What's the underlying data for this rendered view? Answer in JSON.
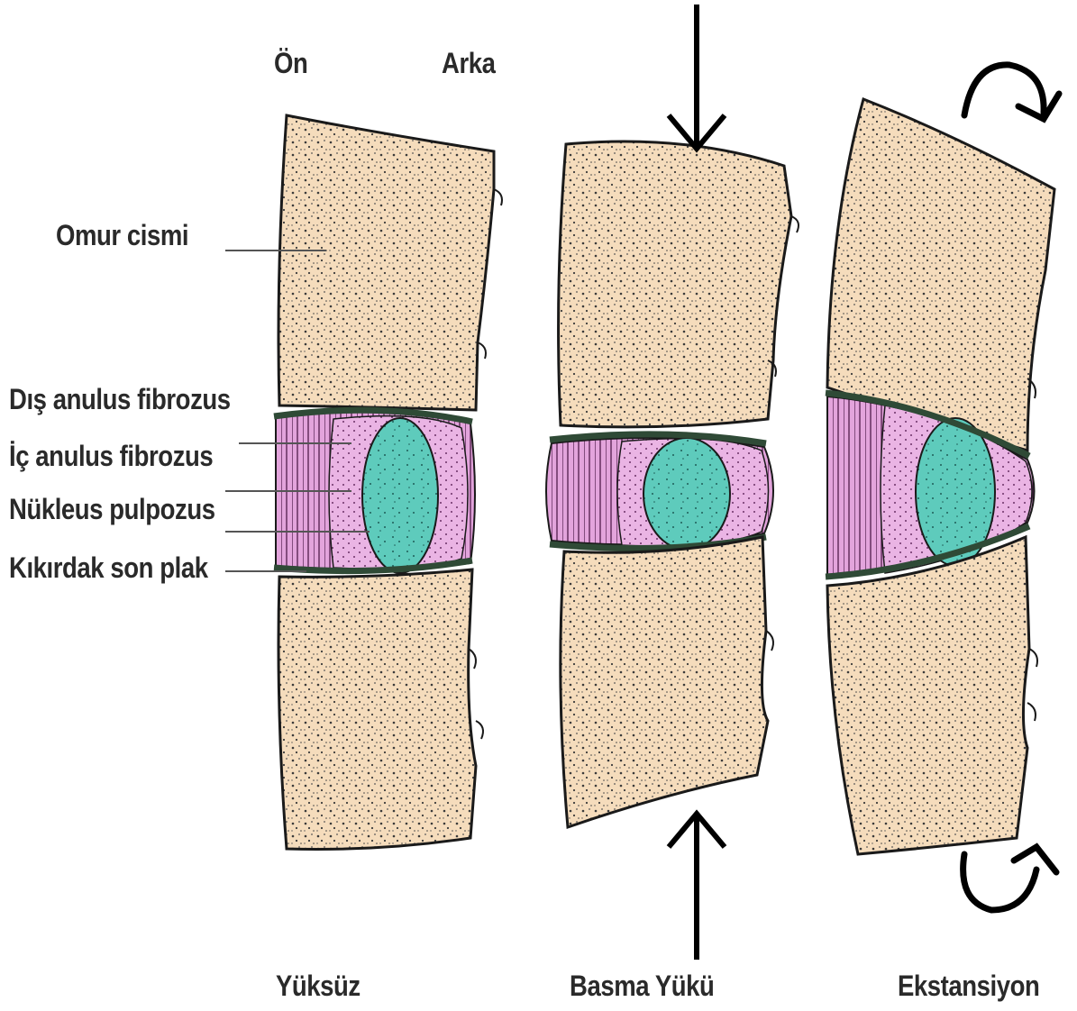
{
  "orientation": {
    "front": "Ön",
    "back": "Arka"
  },
  "labels": {
    "vertebral_body": "Omur cismi",
    "outer_annulus": "Dış anulus fibrozus",
    "inner_annulus": "İç anulus fibrozus",
    "nucleus": "Nükleus pulpozus",
    "endplate": "Kıkırdak son plak"
  },
  "panels": [
    {
      "caption": "Yüksüz",
      "load_icon": "none"
    },
    {
      "caption": "Basma Yükü",
      "load_icon": "compression-arrows-icon"
    },
    {
      "caption": "Ekstansiyon",
      "load_icon": "rotation-arrows-icon"
    }
  ],
  "colors": {
    "bone": "#f5dcbc",
    "bone_dots": "#3a3a3a",
    "outer_annulus": "#e3a4dc",
    "inner_annulus": "#eab4e4",
    "nucleus": "#5ecbbc",
    "endplate": "#2f4a36",
    "outline": "#1a1a1a"
  }
}
